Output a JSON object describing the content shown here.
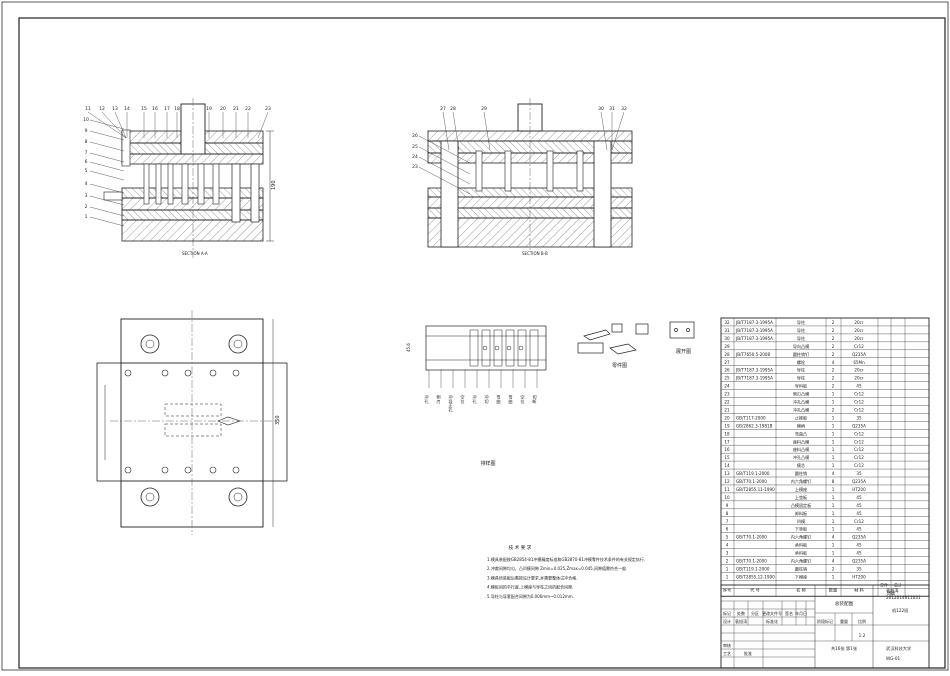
{
  "sections": {
    "a": "SECTION A-A",
    "b": "SECTION B-B"
  },
  "dims": {
    "height_a": "190",
    "plan_height": "350",
    "strip_label": "45.6"
  },
  "callouts_a": [
    "11",
    "12",
    "13",
    "14",
    "15",
    "16",
    "17",
    "18",
    "19",
    "20",
    "21",
    "22",
    "23"
  ],
  "callouts_a_left": [
    "10",
    "9",
    "8",
    "7",
    "6",
    "5",
    "4",
    "3",
    "2",
    "1"
  ],
  "callouts_b_top": [
    "27",
    "28",
    "29",
    "30",
    "31",
    "32"
  ],
  "callouts_b_left": [
    "26",
    "25",
    "24",
    "23"
  ],
  "strip": {
    "title": "排样图",
    "station_labels": [
      "冲孔",
      "侧刃",
      "冲导正孔",
      "空位",
      "冲孔",
      "冲切",
      "弯曲",
      "弯曲",
      "空位",
      "切断"
    ]
  },
  "part_views": {
    "label1": "零件图",
    "label2": "展开图"
  },
  "tech": {
    "title": "技 术 要 求",
    "items": [
      "1.模具装配按GB2854-81冲模精度标准和GB2870-81冲模零件技术条件的有关规定执行.",
      "2.冲裁间隙均匀，凸凹模间隙 Zmin=0.025,Zmax=0.045,间隙值需符合一般.",
      "3.模具所装配后需按设计要求,并需要整体试冲合格.",
      "4.模板间的平行度,上模座与导柱之间的配合间隙.",
      "5.导柱与导套配合间隙为0.006mm~0.012mm."
    ]
  },
  "bom": {
    "rows": [
      {
        "no": "32",
        "std": "JB/T7187.3-1995A",
        "name": "导柱",
        "qty": "2",
        "mat": "20cr"
      },
      {
        "no": "31",
        "std": "JB/T7187.3-1995A",
        "name": "导柱",
        "qty": "2",
        "mat": "20cr"
      },
      {
        "no": "30",
        "std": "JB/T7187.3-1995A",
        "name": "导柱",
        "qty": "2",
        "mat": "20cr"
      },
      {
        "no": "29",
        "std": "",
        "name": "导向凸模",
        "qty": "2",
        "mat": "Cr12"
      },
      {
        "no": "28",
        "std": "JB/T7650.5-2008",
        "name": "圆柱销钉",
        "qty": "2",
        "mat": "Q235A"
      },
      {
        "no": "27",
        "std": "",
        "name": "螺栓",
        "qty": "4",
        "mat": "65Mn"
      },
      {
        "no": "26",
        "std": "JB/T7187.3-1995A",
        "name": "导柱",
        "qty": "2",
        "mat": "20cr"
      },
      {
        "no": "25",
        "std": "JB/T7187.3-1995A",
        "name": "导柱",
        "qty": "2",
        "mat": "20cr"
      },
      {
        "no": "24",
        "std": "",
        "name": "导料板",
        "qty": "2",
        "mat": "45"
      },
      {
        "no": "23",
        "std": "",
        "name": "侧刃凸模",
        "qty": "1",
        "mat": "Cr12"
      },
      {
        "no": "22",
        "std": "",
        "name": "冲孔凸模",
        "qty": "1",
        "mat": "Cr12"
      },
      {
        "no": "21",
        "std": "",
        "name": "冲孔凸模",
        "qty": "2",
        "mat": "Cr12"
      },
      {
        "no": "20",
        "std": "GB/T117-2000",
        "name": "止推板",
        "qty": "1",
        "mat": "35"
      },
      {
        "no": "19",
        "std": "GB/2862.3-1981B",
        "name": "模柄",
        "qty": "1",
        "mat": "Q235A"
      },
      {
        "no": "18",
        "std": "",
        "name": "弯曲凸",
        "qty": "1",
        "mat": "Cr12"
      },
      {
        "no": "17",
        "std": "",
        "name": "座料凸模",
        "qty": "1",
        "mat": "Cr12"
      },
      {
        "no": "16",
        "std": "",
        "name": "座料凸模",
        "qty": "1",
        "mat": "Cr12"
      },
      {
        "no": "15",
        "std": "",
        "name": "冲孔凸模",
        "qty": "1",
        "mat": "Cr12"
      },
      {
        "no": "14",
        "std": "",
        "name": "模芯",
        "qty": "1",
        "mat": "Cr12"
      },
      {
        "no": "13",
        "std": "GB/T119.1-2000",
        "name": "圆柱销",
        "qty": "4",
        "mat": "35"
      },
      {
        "no": "12",
        "std": "GB/T70.1-2000",
        "name": "内六角螺钉",
        "qty": "8",
        "mat": "Q235A"
      },
      {
        "no": "11",
        "std": "GB/T2855.11-1990",
        "name": "上模座",
        "qty": "1",
        "mat": "HT200"
      },
      {
        "no": "10",
        "std": "",
        "name": "上垫板",
        "qty": "1",
        "mat": "45"
      },
      {
        "no": "9",
        "std": "",
        "name": "凸模固定板",
        "qty": "1",
        "mat": "45"
      },
      {
        "no": "8",
        "std": "",
        "name": "卸料板",
        "qty": "1",
        "mat": "45"
      },
      {
        "no": "7",
        "std": "",
        "name": "凹模",
        "qty": "1",
        "mat": "Cr12"
      },
      {
        "no": "6",
        "std": "",
        "name": "下垫板",
        "qty": "1",
        "mat": "45"
      },
      {
        "no": "5",
        "std": "GB/T70.1-2000",
        "name": "内六角螺钉",
        "qty": "4",
        "mat": "Q235A"
      },
      {
        "no": "4",
        "std": "",
        "name": "承料板",
        "qty": "1",
        "mat": "45"
      },
      {
        "no": "3",
        "std": "",
        "name": "承料板",
        "qty": "1",
        "mat": "45"
      },
      {
        "no": "2",
        "std": "GB/T70.1-2000",
        "name": "内六角螺钉",
        "qty": "4",
        "mat": "Q235A"
      },
      {
        "no": "1",
        "std": "GB/T119.1-2000",
        "name": "圆柱销",
        "qty": "2",
        "mat": "35"
      },
      {
        "no": "1",
        "std": "GB/T2855.12-1990",
        "name": "下模座",
        "qty": "1",
        "mat": "HT200"
      }
    ],
    "header": {
      "no": "序号",
      "std": "代 号",
      "name": "名 称",
      "qty": "数量",
      "mat": "材 料",
      "w1": "单件",
      "w2": "总计",
      "wt": "质量"
    }
  },
  "title_block": {
    "student_name": "袁旭涛",
    "student_id": "2012014611031",
    "class": "机122班",
    "drawing_name": "总装配图",
    "school": "武汉科技大学",
    "code": "WG-01",
    "scale": "1:2",
    "sheet_info": "共16张 第1张",
    "labels": {
      "mark": "标记",
      "count": "处数",
      "zone": "分区",
      "change_doc": "更改文件号",
      "sign": "签名",
      "date": "年月日",
      "design": "设计",
      "standard": "标准化",
      "stage": "阶段标记",
      "weight": "重量",
      "ratio": "比例",
      "check": "审核",
      "process": "工艺",
      "approve": "批准",
      "designer": "袁旭涛"
    }
  }
}
